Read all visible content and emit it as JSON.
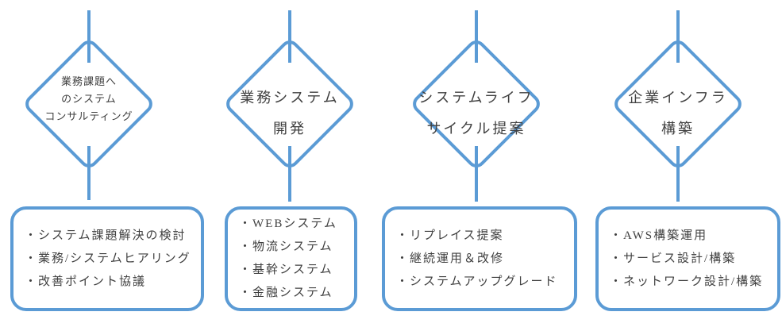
{
  "colors": {
    "accent": "#5B9BD5",
    "text": "#404040",
    "background": "#FFFFFF"
  },
  "columns": [
    {
      "diamond": {
        "lines": [
          "業務課題へ",
          "のシステム",
          "コンサルティング"
        ]
      },
      "box": {
        "items": [
          "・システム課題解決の検討",
          "・業務/システムヒアリング",
          "・改善ポイント協議"
        ]
      }
    },
    {
      "diamond": {
        "lines": [
          "業務システム",
          "開発"
        ]
      },
      "box": {
        "items": [
          "・WEBシステム",
          "・物流システム",
          "・基幹システム",
          "・金融システム"
        ]
      }
    },
    {
      "diamond": {
        "lines": [
          "システムライフ",
          "サイクル提案"
        ]
      },
      "box": {
        "items": [
          "・リプレイス提案",
          "・継続運用＆改修",
          "・システムアップグレード"
        ]
      }
    },
    {
      "diamond": {
        "lines": [
          "企業インフラ",
          "構築"
        ]
      },
      "box": {
        "items": [
          "・AWS構築運用",
          "・サービス設計/構築",
          "・ネットワーク設計/構築"
        ]
      }
    }
  ]
}
